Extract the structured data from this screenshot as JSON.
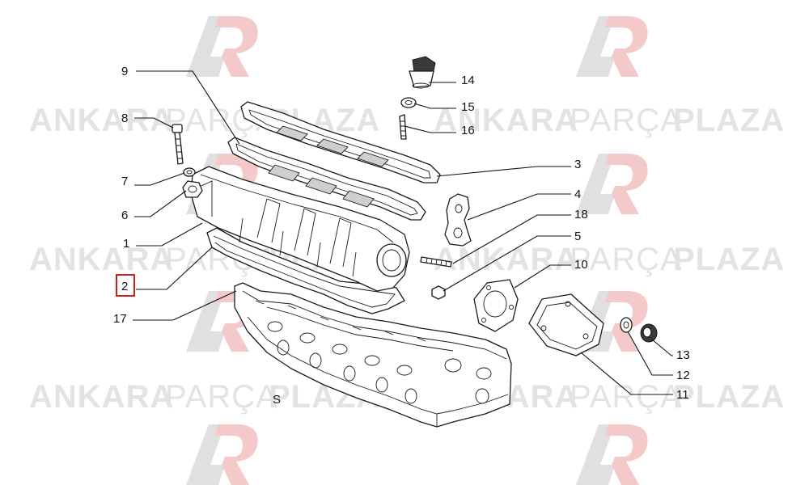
{
  "watermark": {
    "word1": "ANKARA",
    "word2": "PARÇA",
    "word3": "PLAZA",
    "text_color": "#e3e3e3",
    "logo_grey": "#e0e0e0",
    "logo_red": "#f3c9c9"
  },
  "highlight_color": "#cc1f1f",
  "callouts": [
    {
      "id": "9",
      "label": "9"
    },
    {
      "id": "8",
      "label": "8"
    },
    {
      "id": "7",
      "label": "7"
    },
    {
      "id": "6",
      "label": "6"
    },
    {
      "id": "1",
      "label": "1"
    },
    {
      "id": "2",
      "label": "2",
      "highlighted": true
    },
    {
      "id": "17",
      "label": "17"
    },
    {
      "id": "14",
      "label": "14"
    },
    {
      "id": "15",
      "label": "15"
    },
    {
      "id": "16",
      "label": "16"
    },
    {
      "id": "3",
      "label": "3"
    },
    {
      "id": "4",
      "label": "4"
    },
    {
      "id": "18",
      "label": "18"
    },
    {
      "id": "5",
      "label": "5"
    },
    {
      "id": "10",
      "label": "10"
    },
    {
      "id": "13",
      "label": "13"
    },
    {
      "id": "12",
      "label": "12"
    },
    {
      "id": "11",
      "label": "11"
    }
  ],
  "head_mark": "S"
}
